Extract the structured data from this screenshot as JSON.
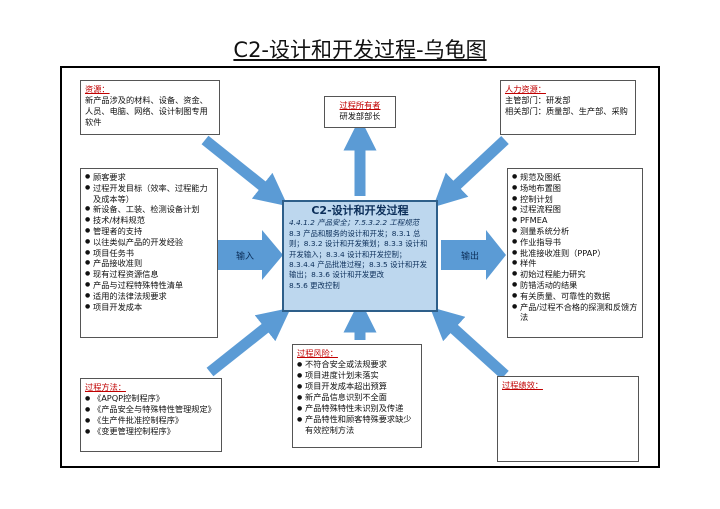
{
  "title": "C2-设计和开发过程-乌龟图",
  "colors": {
    "arrow": "#5b9bd5",
    "center_fill": "#bdd7ee",
    "header_red": "#c00000"
  },
  "resources": {
    "header": "资源：",
    "text": "新产品涉及的材料、设备、资金、人员、电脑、网络、设计制图专用软件"
  },
  "owner": {
    "header": "过程所有者",
    "text": "研发部部长"
  },
  "hr": {
    "header": "人力资源：",
    "lines": [
      "主管部门：研发部",
      "相关部门：质量部、生产部、采购"
    ]
  },
  "inputs": [
    "顾客要求",
    "过程开发目标（效率、过程能力及成本等）",
    "新设备、工装、检测设备计划",
    "技术/材料规范",
    "管理者的支持",
    "以往类似产品的开发经验",
    "项目任务书",
    "产品接收准则",
    "现有过程资源信息",
    "产品与过程特殊特性清单",
    "适用的法律法规要求",
    "项目开发成本"
  ],
  "outputs": [
    "规范及图纸",
    "场地布置图",
    "控制计划",
    "过程流程图",
    "PFMEA",
    "测量系统分析",
    "作业指导书",
    "批准接收准则（PPAP）",
    "样件",
    "初始过程能力研究",
    "防错活动的结果",
    "有关质量、可靠性的数据",
    "产品/过程不合格的探测和反馈方法"
  ],
  "input_label": "输入",
  "output_label": "输出",
  "center": {
    "title": "C2-设计和开发过程",
    "line1": "4.4.1.2 产品安全；7.5.3.2.2 工程规范",
    "line2": "8.3 产品和服务的设计和开发；8.3.1 总则；8.3.2 设计和开发策划；8.3.3 设计和开发输入；8.3.4 设计和开发控制；8.3.4.4 产品批准过程；8.3.5 设计和开发输出；8.3.6 设计和开发更改",
    "line3": "8.5.6 更改控制"
  },
  "methods": {
    "header": "过程方法：",
    "items": [
      "《APQP控制程序》",
      "《产品安全与特殊特性管理规定》",
      "《生产件批准控制程序》",
      "《变更管理控制程序》"
    ]
  },
  "risks": {
    "header": "过程风险：",
    "items": [
      "不符合安全或法规要求",
      "项目进度计划未落实",
      "项目开发成本超出预算",
      "新产品信息识别不全面",
      "产品特殊特性未识别及传递",
      "产品特性和顾客特殊要求缺少有效控制方法"
    ]
  },
  "performance": {
    "header": "过程绩效："
  }
}
